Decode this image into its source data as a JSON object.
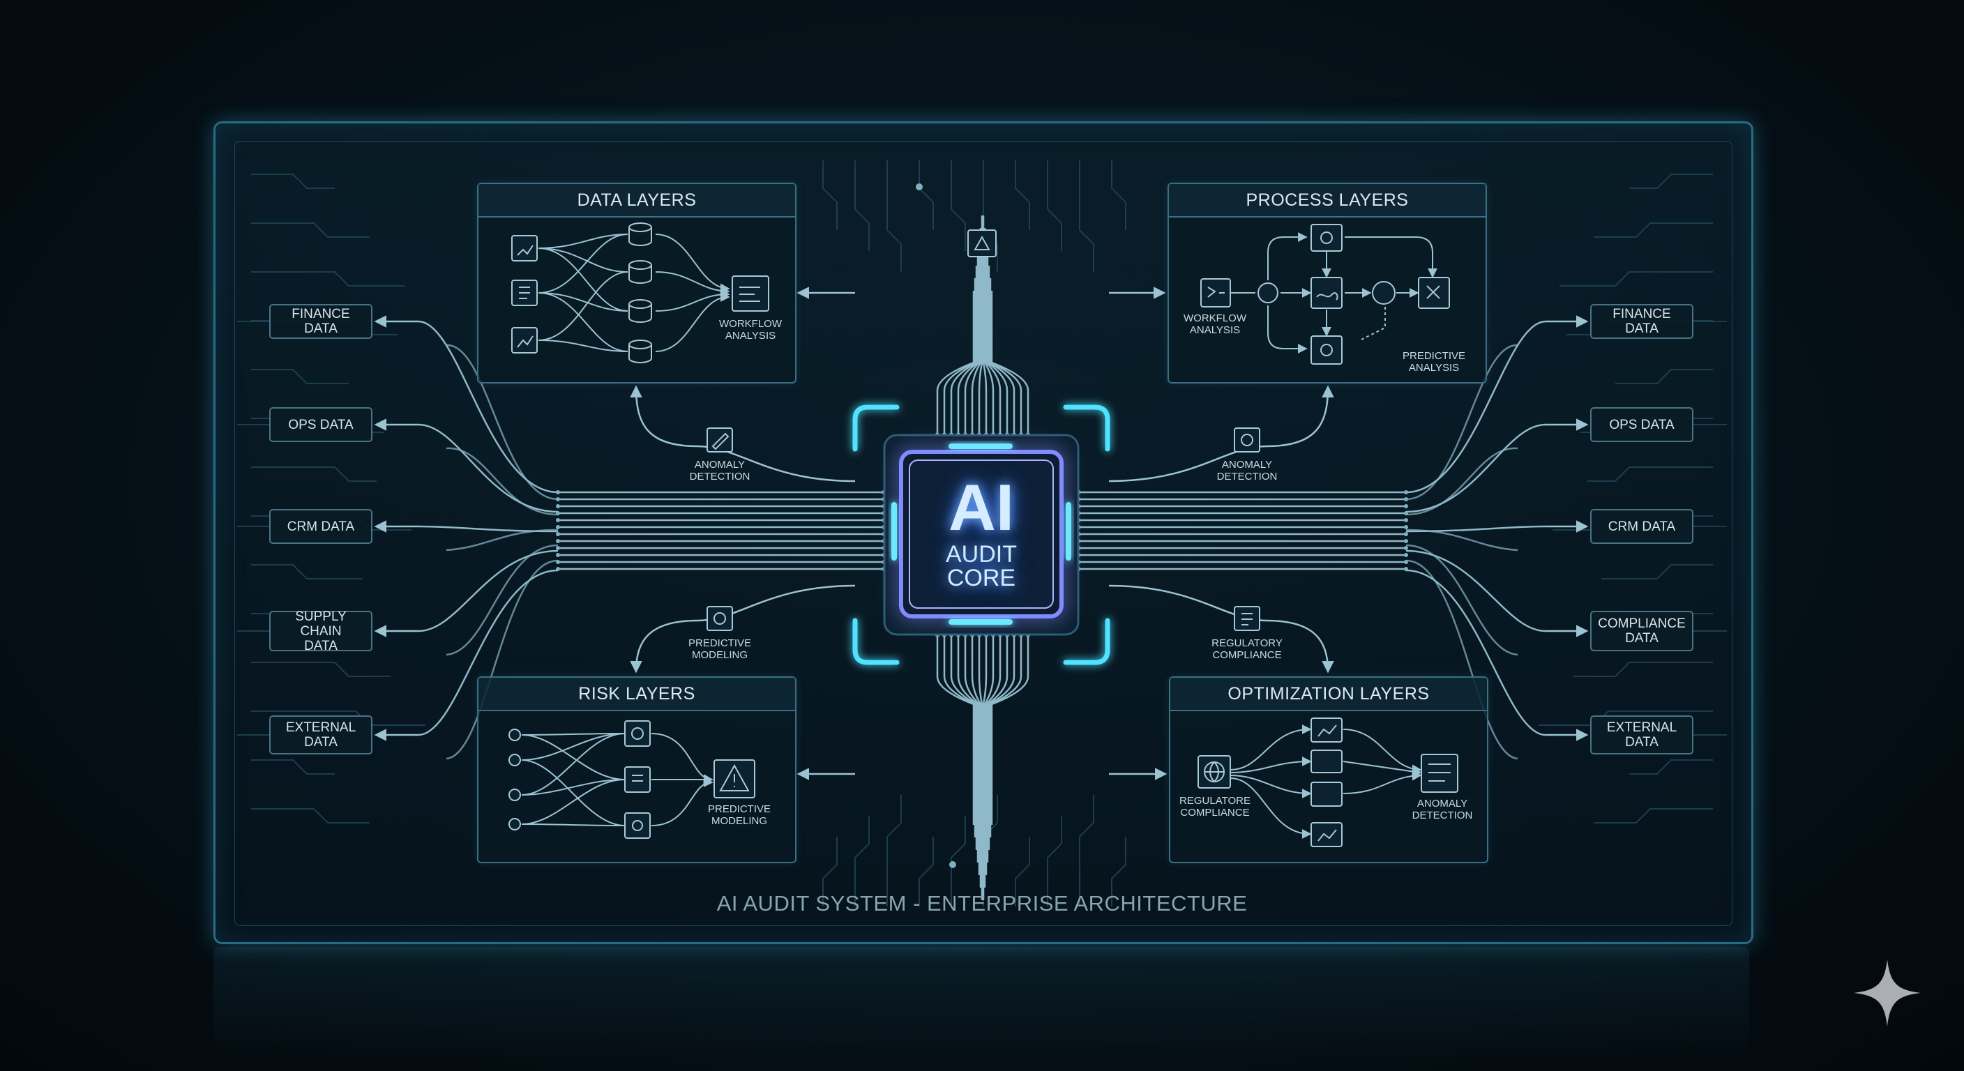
{
  "core": {
    "line1": "AI",
    "line2": "AUDIT",
    "line3": "CORE"
  },
  "panels": {
    "data": {
      "title": "DATA LAYERS",
      "node_label": [
        "WORKFLOW",
        "ANALYSIS"
      ]
    },
    "process": {
      "title": "PROCESS LAYERS",
      "label_left": [
        "WORKFLOW",
        "ANALYSIS"
      ],
      "label_right": [
        "PREDICTIVE",
        "ANALYSIS"
      ]
    },
    "risk": {
      "title": "RISK LAYERS",
      "node_label": [
        "PREDICTIVE",
        "MODELING"
      ]
    },
    "optimization": {
      "title": "OPTIMIZATION LAYERS",
      "label_left": [
        "REGULATORE",
        "COMPLIANCE"
      ],
      "label_right": [
        "ANOMALY",
        "DETECTION"
      ]
    }
  },
  "connectors": {
    "top_left": [
      "ANOMALY",
      "DETECTION"
    ],
    "top_right": [
      "ANOMALY",
      "DETECTION"
    ],
    "bottom_left": [
      "PREDICTIVE",
      "MODELING"
    ],
    "bottom_right": [
      "REGULATORY",
      "COMPLIANCE"
    ]
  },
  "left_sources": [
    [
      "FINANCE DATA"
    ],
    [
      "OPS DATA"
    ],
    [
      "CRM DATA"
    ],
    [
      "SUPPLY CHAIN",
      "DATA"
    ],
    [
      "EXTERNAL",
      "DATA"
    ]
  ],
  "right_sources": [
    [
      "FINANCE DATA"
    ],
    [
      "OPS DATA"
    ],
    [
      "CRM DATA"
    ],
    [
      "COMPLIANCE",
      "DATA"
    ],
    [
      "EXTERNAL",
      "DATA"
    ]
  ],
  "footer": "AI AUDIT SYSTEM - ENTERPRISE ARCHITECTURE",
  "colors": {
    "accent": "#5fe6ff",
    "core": "#6a7dff",
    "line": "#8fb8c8",
    "panel_border": "#3b6f84"
  },
  "icons": [
    "chart-icon",
    "document-icon",
    "database-icon",
    "workflow-icon",
    "warning-triangle-icon",
    "globe-icon",
    "checklist-icon",
    "shield-icon",
    "gear-icon",
    "sparkle-icon"
  ]
}
